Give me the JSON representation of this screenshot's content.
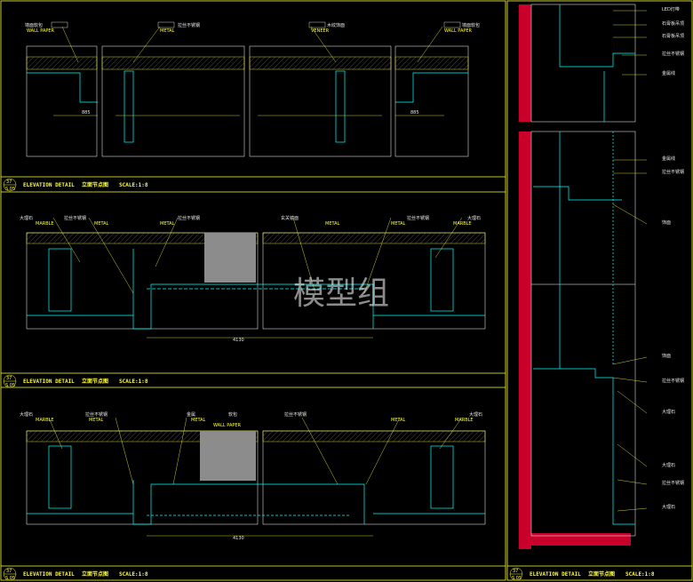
{
  "watermark": "模型组",
  "panels": [
    {
      "title_en": "ELEVATION  DETAIL",
      "title_cn": "立面节点图",
      "scale": "SCALE:1:8",
      "no": "37",
      "sheet": "S.05"
    },
    {
      "title_en": "ELEVATION  DETAIL",
      "title_cn": "立面节点图",
      "scale": "SCALE:1:8",
      "no": "37",
      "sheet": "S.05"
    },
    {
      "title_en": "ELEVATION  DETAIL",
      "title_cn": "立面节点图",
      "scale": "SCALE:1:8",
      "no": "37",
      "sheet": "S.05"
    },
    {
      "title_en": "ELEVATION  DETAIL",
      "title_cn": "立面节点图",
      "scale": "SCALE:1:8",
      "no": "37",
      "sheet": "S.05"
    }
  ],
  "labels_top": [
    "墙面软包",
    "拉丝不锈钢",
    "木纹饰面",
    "墙面软包"
  ],
  "sub_top": [
    "WALL PAPER",
    "METAL",
    "VENEER",
    "WALL PAPER"
  ],
  "dims_top": [
    "885",
    "885"
  ],
  "labels_mid": [
    "大理石",
    "拉丝不锈钢",
    "拉丝不锈钢",
    "玄关镜面",
    "拉丝不锈钢",
    "大理石"
  ],
  "sub_mid": [
    "MARBLE",
    "METAL",
    "METAL",
    "METAL",
    "METAL",
    "MARBLE"
  ],
  "labels_bot": [
    "大理石",
    "拉丝不锈钢",
    "金属",
    "软包",
    "拉丝不锈钢",
    "大理石"
  ],
  "sub_bot": [
    "MARBLE",
    "METAL",
    "METAL",
    "WALL PAPER",
    "METAL",
    "MARBLE"
  ],
  "dim_4130": "4130",
  "labels_right": [
    "LED灯带",
    "石膏板吊顶",
    "石膏板吊顶",
    "拉丝不锈钢",
    "金属线",
    "金属线",
    "拉丝不锈钢",
    "饰面",
    "饰面",
    "拉丝不锈钢",
    "大理石",
    "大理石",
    "拉丝不锈钢",
    "大理石"
  ],
  "colors": {
    "line": "#ffff33",
    "frame": "#00ffff",
    "wall": "#c8002a",
    "hatch": "#666666",
    "panel": "#8c8c8c"
  }
}
